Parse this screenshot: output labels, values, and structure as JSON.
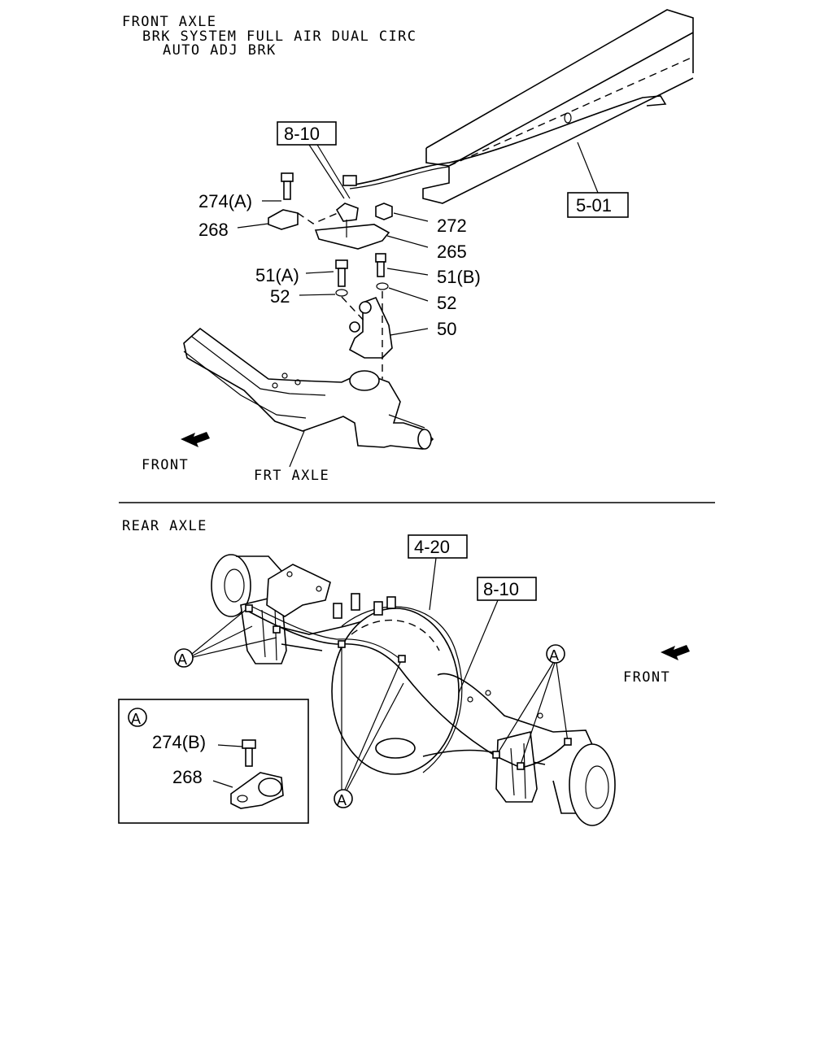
{
  "front_section": {
    "title_lines": [
      "FRONT AXLE",
      "BRK SYSTEM FULL AIR DUAL CIRC",
      "AUTO ADJ BRK"
    ],
    "ref_boxes": [
      "8-10",
      "5-01"
    ],
    "part_labels": {
      "p274a": "274(A)",
      "p268": "268",
      "p51a": "51(A)",
      "p52_left": "52",
      "p272": "272",
      "p265": "265",
      "p51b": "51(B)",
      "p52_right": "52",
      "p50": "50"
    },
    "front_label": "FRONT",
    "axle_label": "FRT AXLE"
  },
  "rear_section": {
    "title": "REAR AXLE",
    "ref_boxes": [
      "4-20",
      "8-10"
    ],
    "callout": "A",
    "front_label": "FRONT",
    "detail": {
      "callout": "A",
      "p274b": "274(B)",
      "p268": "268"
    }
  }
}
